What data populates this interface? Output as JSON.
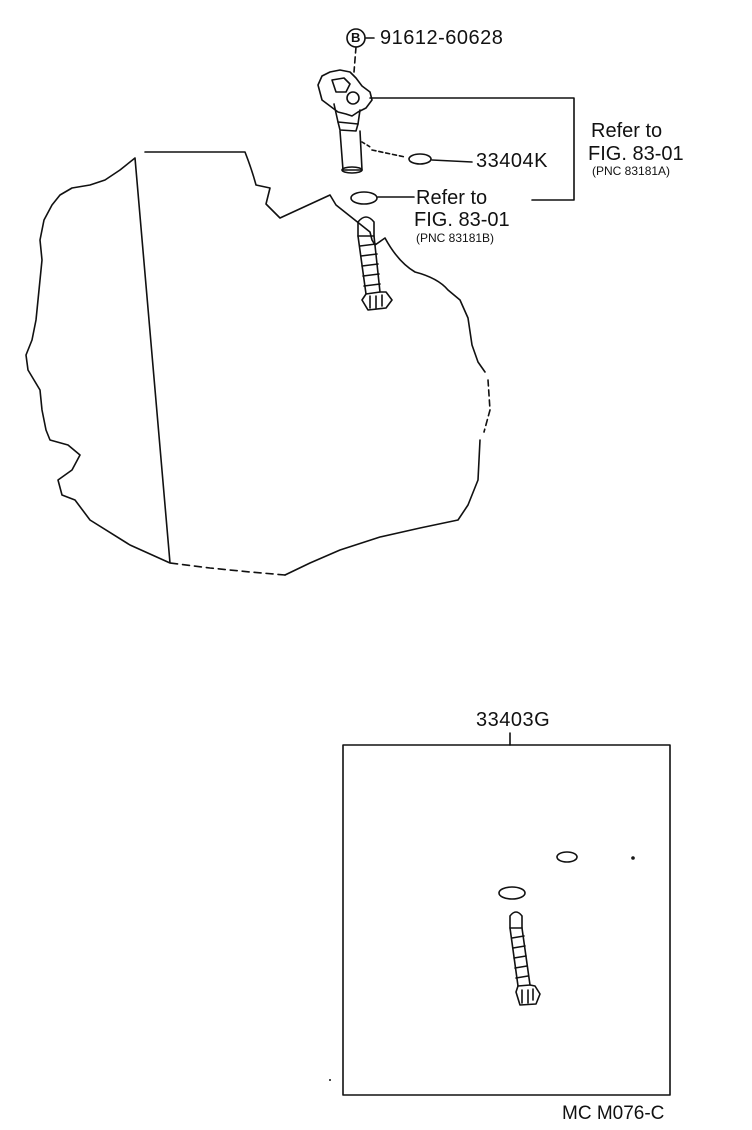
{
  "diagram": {
    "callouts": {
      "bolt": {
        "badge": "B",
        "part_number": "91612-60628"
      },
      "sensor_oring": {
        "part_number": "33404K"
      },
      "sensor_ref": {
        "line1": "Refer to",
        "line2": "FIG. 83-01",
        "pnc": "(PNC 83181A)"
      },
      "gear_ref": {
        "line1": "Refer to",
        "line2": "FIG. 83-01",
        "pnc": "(PNC 83181B)"
      }
    },
    "kit": {
      "part_number": "33403G"
    },
    "figure_code": "MC M076-C"
  }
}
